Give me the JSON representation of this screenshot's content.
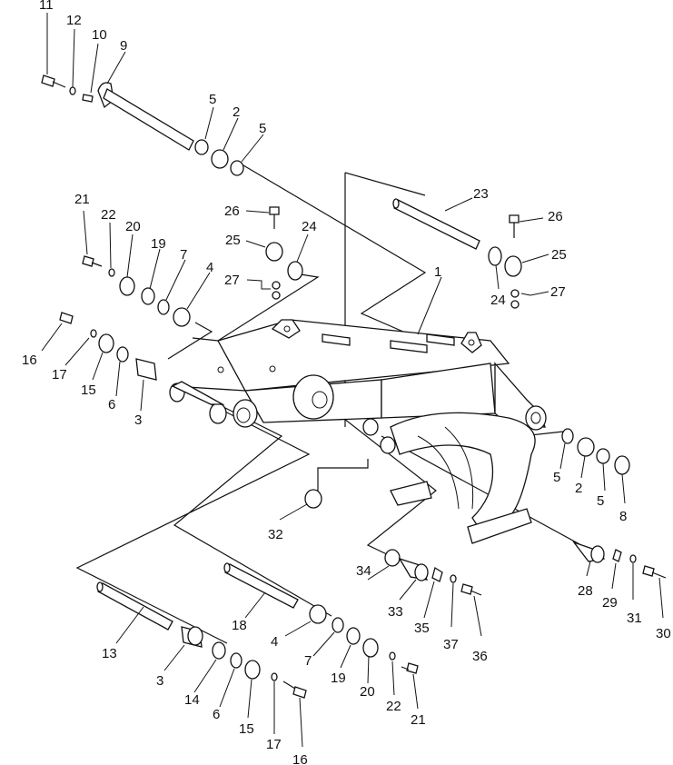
{
  "callouts": [
    {
      "id": "c11",
      "label": "11"
    },
    {
      "id": "c12",
      "label": "12"
    },
    {
      "id": "c10",
      "label": "10"
    },
    {
      "id": "c9",
      "label": "9"
    },
    {
      "id": "c5a",
      "label": "5"
    },
    {
      "id": "c2a",
      "label": "2"
    },
    {
      "id": "c5b",
      "label": "5"
    },
    {
      "id": "c23",
      "label": "23"
    },
    {
      "id": "c26a",
      "label": "26"
    },
    {
      "id": "c26b",
      "label": "26"
    },
    {
      "id": "c21a",
      "label": "21"
    },
    {
      "id": "c22a",
      "label": "22"
    },
    {
      "id": "c20a",
      "label": "20"
    },
    {
      "id": "c19a",
      "label": "19"
    },
    {
      "id": "c7a",
      "label": "7"
    },
    {
      "id": "c4a",
      "label": "4"
    },
    {
      "id": "c25a",
      "label": "25"
    },
    {
      "id": "c24a",
      "label": "24"
    },
    {
      "id": "c27a",
      "label": "27"
    },
    {
      "id": "c1",
      "label": "1"
    },
    {
      "id": "c24b",
      "label": "24"
    },
    {
      "id": "c25b",
      "label": "25"
    },
    {
      "id": "c27b",
      "label": "27"
    },
    {
      "id": "c16a",
      "label": "16"
    },
    {
      "id": "c17a",
      "label": "17"
    },
    {
      "id": "c15a",
      "label": "15"
    },
    {
      "id": "c6a",
      "label": "6"
    },
    {
      "id": "c3a",
      "label": "3"
    },
    {
      "id": "c5c",
      "label": "5"
    },
    {
      "id": "c2b",
      "label": "2"
    },
    {
      "id": "c5d",
      "label": "5"
    },
    {
      "id": "c8",
      "label": "8"
    },
    {
      "id": "c32",
      "label": "32"
    },
    {
      "id": "c34",
      "label": "34"
    },
    {
      "id": "c33",
      "label": "33"
    },
    {
      "id": "c35",
      "label": "35"
    },
    {
      "id": "c37",
      "label": "37"
    },
    {
      "id": "c36",
      "label": "36"
    },
    {
      "id": "c28",
      "label": "28"
    },
    {
      "id": "c29",
      "label": "29"
    },
    {
      "id": "c31",
      "label": "31"
    },
    {
      "id": "c30",
      "label": "30"
    },
    {
      "id": "c13",
      "label": "13"
    },
    {
      "id": "c18",
      "label": "18"
    },
    {
      "id": "c4b",
      "label": "4"
    },
    {
      "id": "c7b",
      "label": "7"
    },
    {
      "id": "c19b",
      "label": "19"
    },
    {
      "id": "c20b",
      "label": "20"
    },
    {
      "id": "c22b",
      "label": "22"
    },
    {
      "id": "c21b",
      "label": "21"
    },
    {
      "id": "c3b",
      "label": "3"
    },
    {
      "id": "c14",
      "label": "14"
    },
    {
      "id": "c6b",
      "label": "6"
    },
    {
      "id": "c15b",
      "label": "15"
    },
    {
      "id": "c17b",
      "label": "17"
    },
    {
      "id": "c16b",
      "label": "16"
    }
  ]
}
